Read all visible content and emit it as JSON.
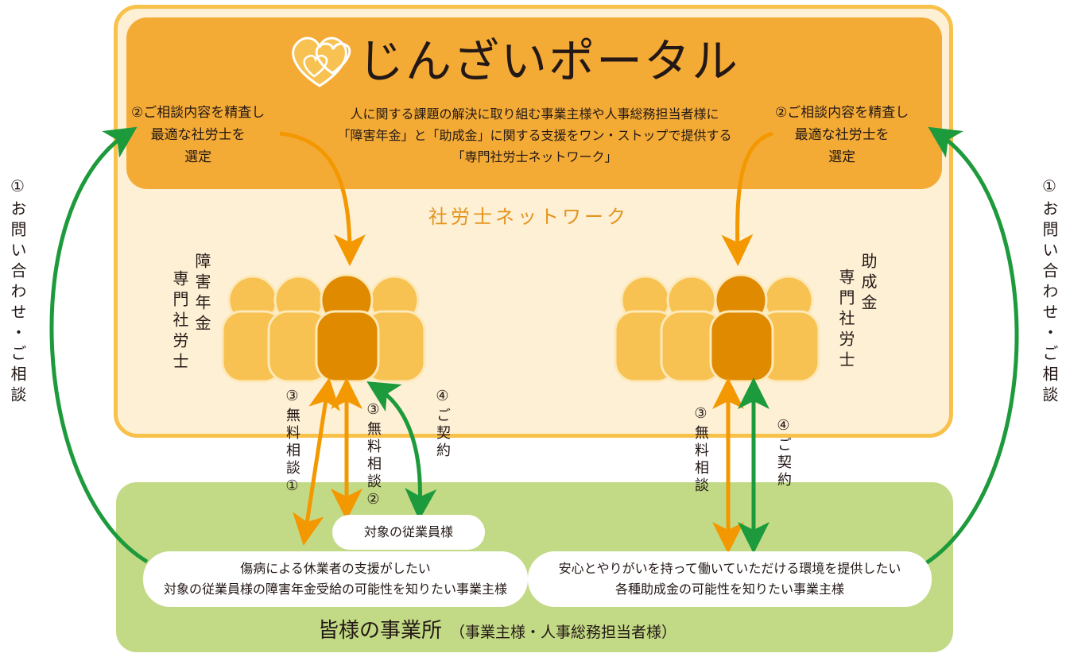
{
  "title": "じんざいポータル",
  "description": [
    "人に関する課題の解決に取り組む事業主様や人事総務担当者様に",
    "「障害年金」と「助成金」に関する支援をワン・ストップで提供する",
    "「専門社労士ネットワーク」"
  ],
  "step2_left": [
    "②ご相談内容を精査し",
    "最適な社労士を",
    "選定"
  ],
  "step2_right": [
    "②ご相談内容を精査し",
    "最適な社労士を",
    "選定"
  ],
  "network_label": "社労士ネットワーク",
  "group_left": {
    "line1": "専門社労士",
    "line2": "障害年金"
  },
  "group_right": {
    "line1": "専門社労士",
    "line2": "助成金"
  },
  "step1_label": "①お問い合わせ・ご相談",
  "step3_left_1": "③無料相談①",
  "step3_left_2": "③無料相談②",
  "step4_left": "④ご契約",
  "step3_right": "③無料相談",
  "step4_right": "④ご契約",
  "employee_label": "対象の従業員様",
  "left_need": [
    "傷病による休業者の支援がしたい",
    "対象の従業員様の障害年金受給の可能性を知りたい事業主様"
  ],
  "right_need": [
    "安心とやりがいを持って働いていただける環境を提供したい",
    "各種助成金の可能性を知りたい事業主様"
  ],
  "office_title": "皆様の事業所",
  "office_subtitle": "（事業主様・人事総務担当者様）",
  "colors": {
    "orange_arrow": "#f39800",
    "green_arrow": "#1d9a3b",
    "person_light": "#f7c251",
    "person_dark": "#e08a00",
    "header": "#f4ab36",
    "network_bg": "#fdf0d5",
    "office_bg": "#c2da85"
  }
}
